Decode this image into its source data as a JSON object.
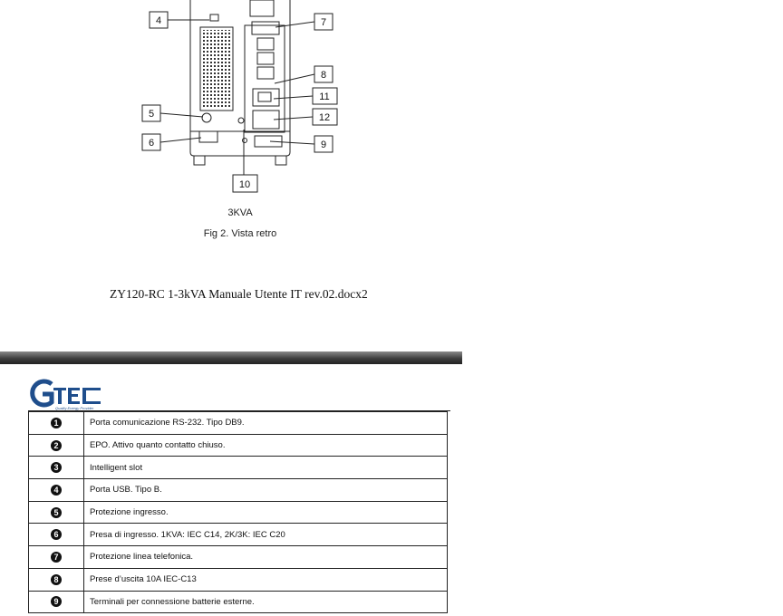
{
  "figure": {
    "callouts": [
      "4",
      "5",
      "6",
      "7",
      "8",
      "9",
      "10",
      "11",
      "12"
    ],
    "model_label": "3KVA",
    "caption": "Fig 2. Vista retro"
  },
  "footer_text": "ZY120-RC 1-3kVA Manuale Utente IT rev.02.docx2",
  "logo": {
    "text": "GTEC",
    "tagline": "Quality Energy Provider",
    "color": "#1f4e8c"
  },
  "legend": [
    {
      "num": "1",
      "text": "Porta comunicazione RS-232. Tipo DB9."
    },
    {
      "num": "2",
      "text": "EPO. Attivo quanto contatto chiuso."
    },
    {
      "num": "3",
      "text": "Intelligent slot"
    },
    {
      "num": "4",
      "text": "Porta USB. Tipo B."
    },
    {
      "num": "5",
      "text": "Protezione ingresso."
    },
    {
      "num": "6",
      "text": "Presa di ingresso. 1KVA: IEC C14, 2K/3K: IEC C20"
    },
    {
      "num": "7",
      "text": "Protezione linea telefonica."
    },
    {
      "num": "8",
      "text": "Prese d’uscita 10A IEC-C13"
    },
    {
      "num": "9",
      "text": "Terminali per connessione batterie esterne."
    }
  ]
}
